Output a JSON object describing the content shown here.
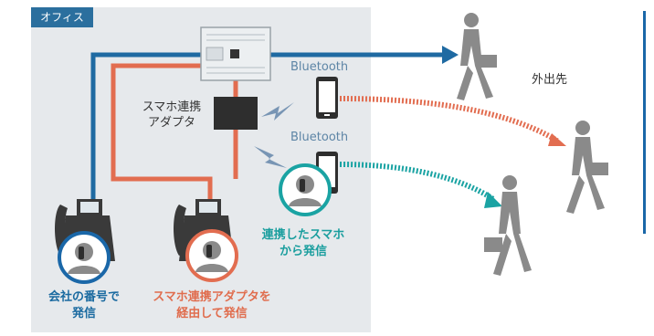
{
  "labels": {
    "office": "オフィス",
    "outside": "外出先",
    "bluetooth_top": "Bluetooth",
    "bluetooth_bottom": "Bluetooth",
    "adapter_line1": "スマホ連携",
    "adapter_line2": "アダプタ",
    "linked_line1": "連携したスマホ",
    "linked_line2": "から発信",
    "company_line1": "会社の番号で",
    "company_line2": "発信",
    "via_adapter_line1": "スマホ連携アダプタを",
    "via_adapter_line2": "経由して発信"
  },
  "colors": {
    "office_bg": "#e6e9ec",
    "office_tag": "#2b6f9e",
    "line_blue": "#1f6aa2",
    "line_orange": "#e26d50",
    "dotted_teal": "#1aa3a3",
    "person_gray": "#8a8a8a",
    "device_dark": "#2e2e2e",
    "accent_blue": "#1a67a8"
  }
}
